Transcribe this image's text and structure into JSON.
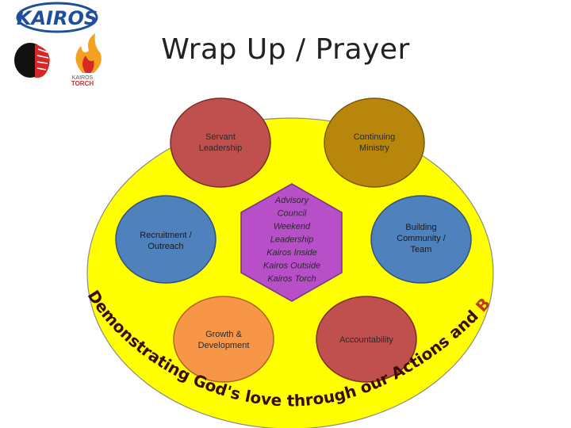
{
  "title": "Wrap Up / Prayer",
  "logos": {
    "kairos_text": "KAIROS",
    "torch_line1": "KAIROS",
    "torch_line2": "TORCH"
  },
  "colors": {
    "yellow": "#FFFF00",
    "servant": "#C0504D",
    "continuing": "#B8860B",
    "recruitment": "#4F81BD",
    "council": "#B64FC8",
    "building": "#4F81BD",
    "growth": "#F79646",
    "accountability": "#C0504D",
    "arc_text": "#3B0A0A",
    "arc_text_red": "#C0392B"
  },
  "nodes": {
    "servant": [
      "Servant",
      "Leadership"
    ],
    "continuing": [
      "Continuing",
      "Ministry"
    ],
    "recruitment": [
      "Recruitment /",
      "Outreach"
    ],
    "council": [
      "Advisory",
      "Council",
      "Weekend",
      "Leadership",
      "Kairos Inside",
      "Kairos Outside",
      "Kairos Torch"
    ],
    "building": [
      "Building",
      "Community /",
      "Team"
    ],
    "growth": [
      "Growth &",
      "Development"
    ],
    "accountability": [
      "Accountability"
    ]
  },
  "arc_text_dark": "Demonstrating God's love through our Actions and ",
  "arc_text_red": "Being Present"
}
